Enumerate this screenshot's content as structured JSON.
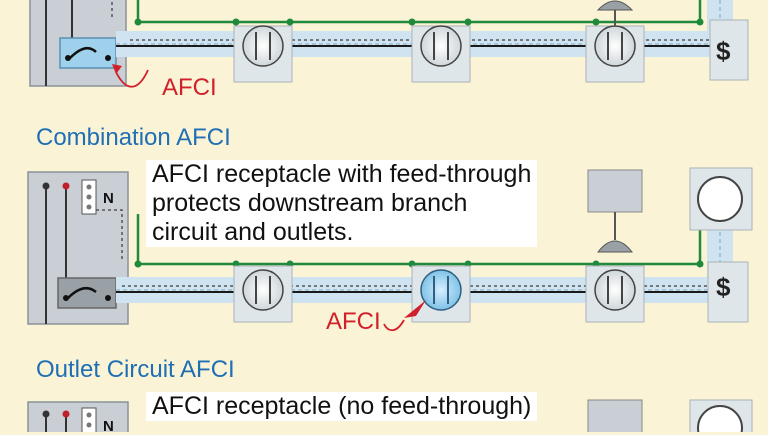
{
  "sections": [
    {
      "id": "branch",
      "afci_label": "AFCI"
    },
    {
      "id": "combination",
      "heading": "Combination AFCI",
      "description": "AFCI receptacle with feed-through\nprotects downstream branch\ncircuit and outlets.",
      "afci_label": "AFCI",
      "neutral_label": "N"
    },
    {
      "id": "outlet",
      "heading": "Outlet Circuit AFCI",
      "description": "AFCI receptacle (no feed-through)",
      "neutral_label": "N"
    }
  ],
  "switch_symbol": "$",
  "colors": {
    "background": "#fbf3d6",
    "heading": "#1f6fb5",
    "afci_label": "#d0202a",
    "wire_green": "#1f8a3a",
    "wire_black": "#1a1a1a",
    "conduit": "#cfe4f0",
    "box": "#c9cfd4",
    "afci_device": "#9fd0ec"
  }
}
